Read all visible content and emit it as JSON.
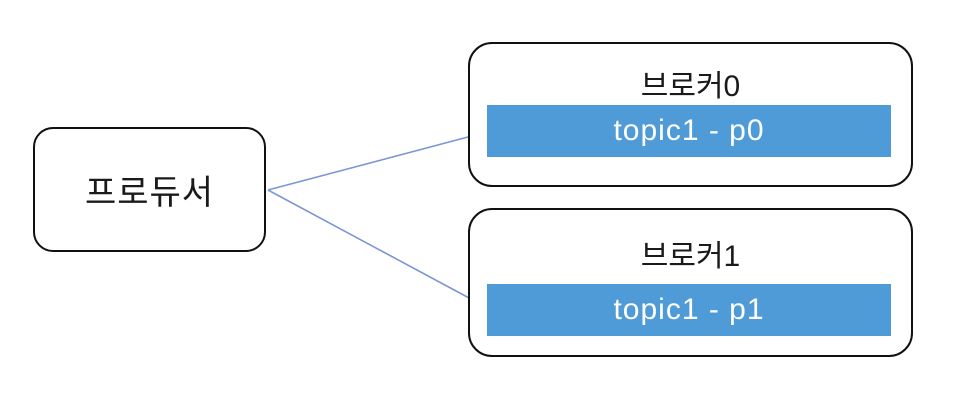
{
  "producer": {
    "label": "프로듀서"
  },
  "brokers": [
    {
      "title": "브로커0",
      "partition": "topic1 - p0"
    },
    {
      "title": "브로커1",
      "partition": "topic1 - p1"
    }
  ],
  "colors": {
    "partition_fill": "#4F9BD8",
    "partition_text": "#FFFFFF",
    "arrow_line": "#7B96D4",
    "arrow_head": "#4472C4",
    "box_border": "#111111",
    "background": "#FFFFFF"
  }
}
